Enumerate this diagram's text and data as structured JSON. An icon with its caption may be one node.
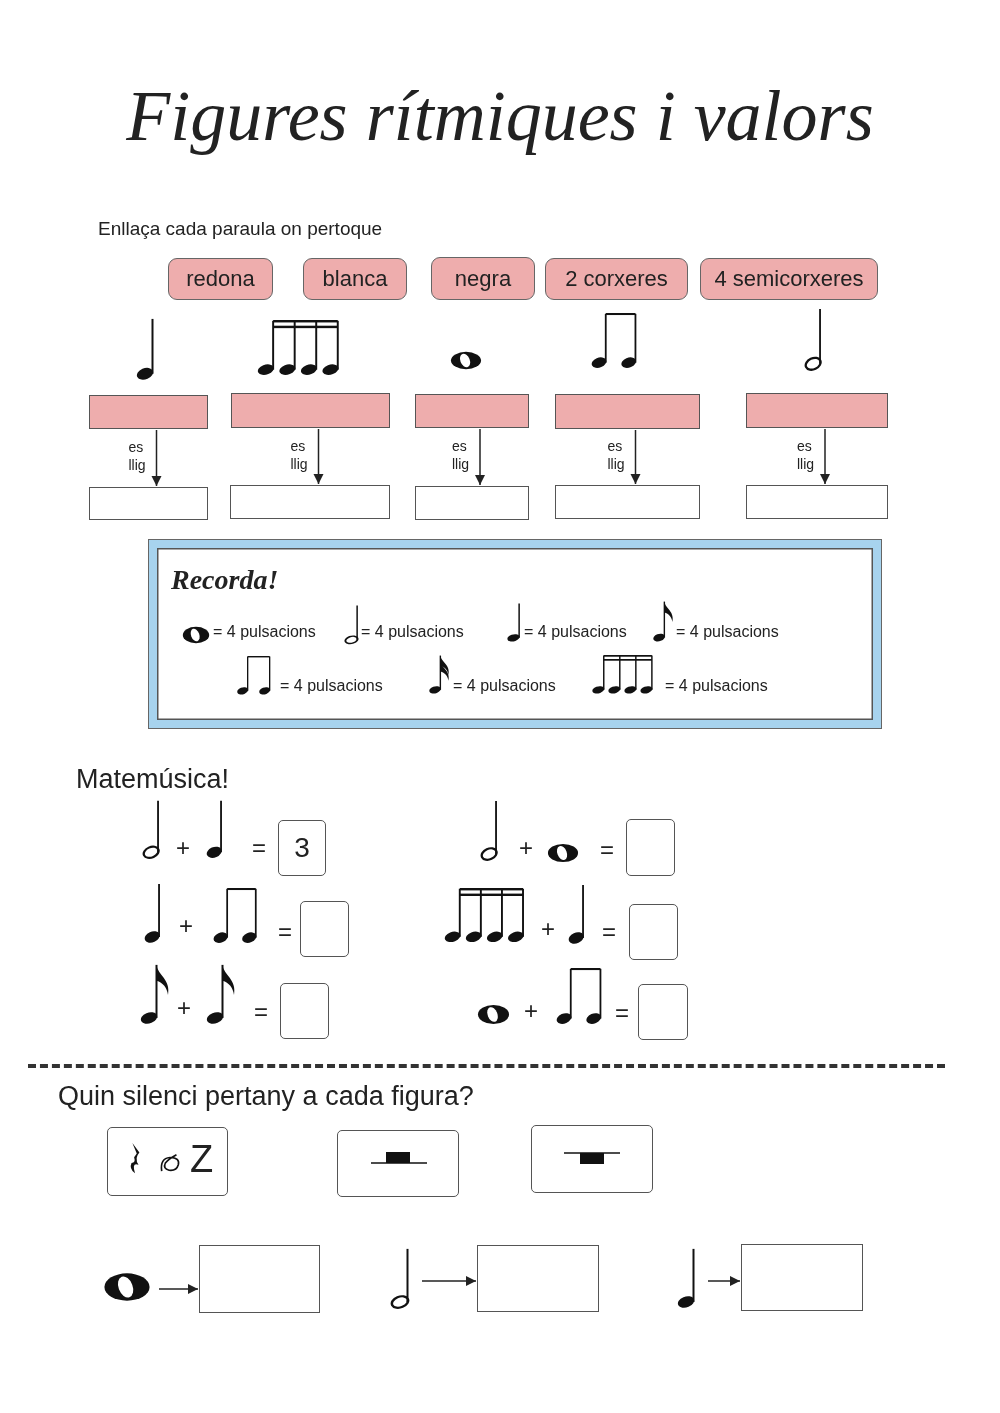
{
  "diagram": {
    "title": "Figures rítmiques i valors",
    "nodes": [
      {
        "text": [
          "redona"
        ]
      },
      {
        "text": [
          "blanca"
        ]
      },
      {
        "text": [
          "negra"
        ]
      },
      {
        "text": [
          "2 corxeres"
        ]
      },
      {
        "text": [
          "4 semicorxeres"
        ]
      },
      {
        "text": [],
        "shape": "box"
      },
      {
        "text": [],
        "shape": "box"
      },
      {
        "text": [],
        "shape": "box"
      },
      {
        "text": [],
        "shape": "box"
      },
      {
        "text": [],
        "shape": "box"
      },
      {
        "text": [],
        "shape": "box"
      },
      {
        "text": [],
        "shape": "box"
      },
      {
        "text": [],
        "shape": "box"
      },
      {
        "text": [],
        "shape": "box"
      },
      {
        "text": [],
        "shape": "box"
      },
      {
        "text": [
          "Recorda!",
          "= 4 pulsacions",
          "= 4 pulsacions",
          "= 4 pulsacions",
          "= 4 pulsacions",
          "= 4 pulsacions",
          "= 4 pulsacions",
          "= 4 pulsacions"
        ]
      },
      {
        "text": [
          "3"
        ]
      },
      {
        "text": [],
        "shape": "box"
      },
      {
        "text": [],
        "shape": "box"
      },
      {
        "text": [],
        "shape": "box"
      },
      {
        "text": [],
        "shape": "box"
      },
      {
        "text": [],
        "shape": "box"
      },
      {
        "text": [
          "Z"
        ]
      },
      {
        "text": [],
        "shape": "box"
      },
      {
        "text": [],
        "shape": "box"
      },
      {
        "text": [],
        "shape": "picture"
      },
      {
        "text": [],
        "shape": "box"
      },
      {
        "text": [],
        "shape": "picture"
      },
      {
        "text": [],
        "shape": "box"
      },
      {
        "text": [],
        "shape": "picture"
      },
      {
        "text": [],
        "shape": "box"
      }
    ],
    "edges": [
      {
        "from": 5,
        "to": 10,
        "arrow": "to",
        "label": "es llig"
      },
      {
        "from": 6,
        "to": 11,
        "arrow": "to",
        "label": "es llig"
      },
      {
        "from": 7,
        "to": 12,
        "arrow": "to",
        "label": "es llig"
      },
      {
        "from": 8,
        "to": 13,
        "arrow": "to",
        "label": "es llig"
      },
      {
        "from": 9,
        "to": 14,
        "arrow": "to",
        "label": "es llig"
      },
      {
        "from": 25,
        "to": 26,
        "arrow": "to"
      },
      {
        "from": 27,
        "to": 28,
        "arrow": "to"
      },
      {
        "from": 29,
        "to": 30,
        "arrow": "to"
      }
    ],
    "labels": [
      "Enllaça cada paraula on pertoque",
      "Matemúsica!",
      "+",
      "=",
      "+",
      "=",
      "+",
      "=",
      "+",
      "=",
      "+",
      "=",
      "+",
      "=",
      "Quin silenci pertany a cada figura?"
    ]
  }
}
